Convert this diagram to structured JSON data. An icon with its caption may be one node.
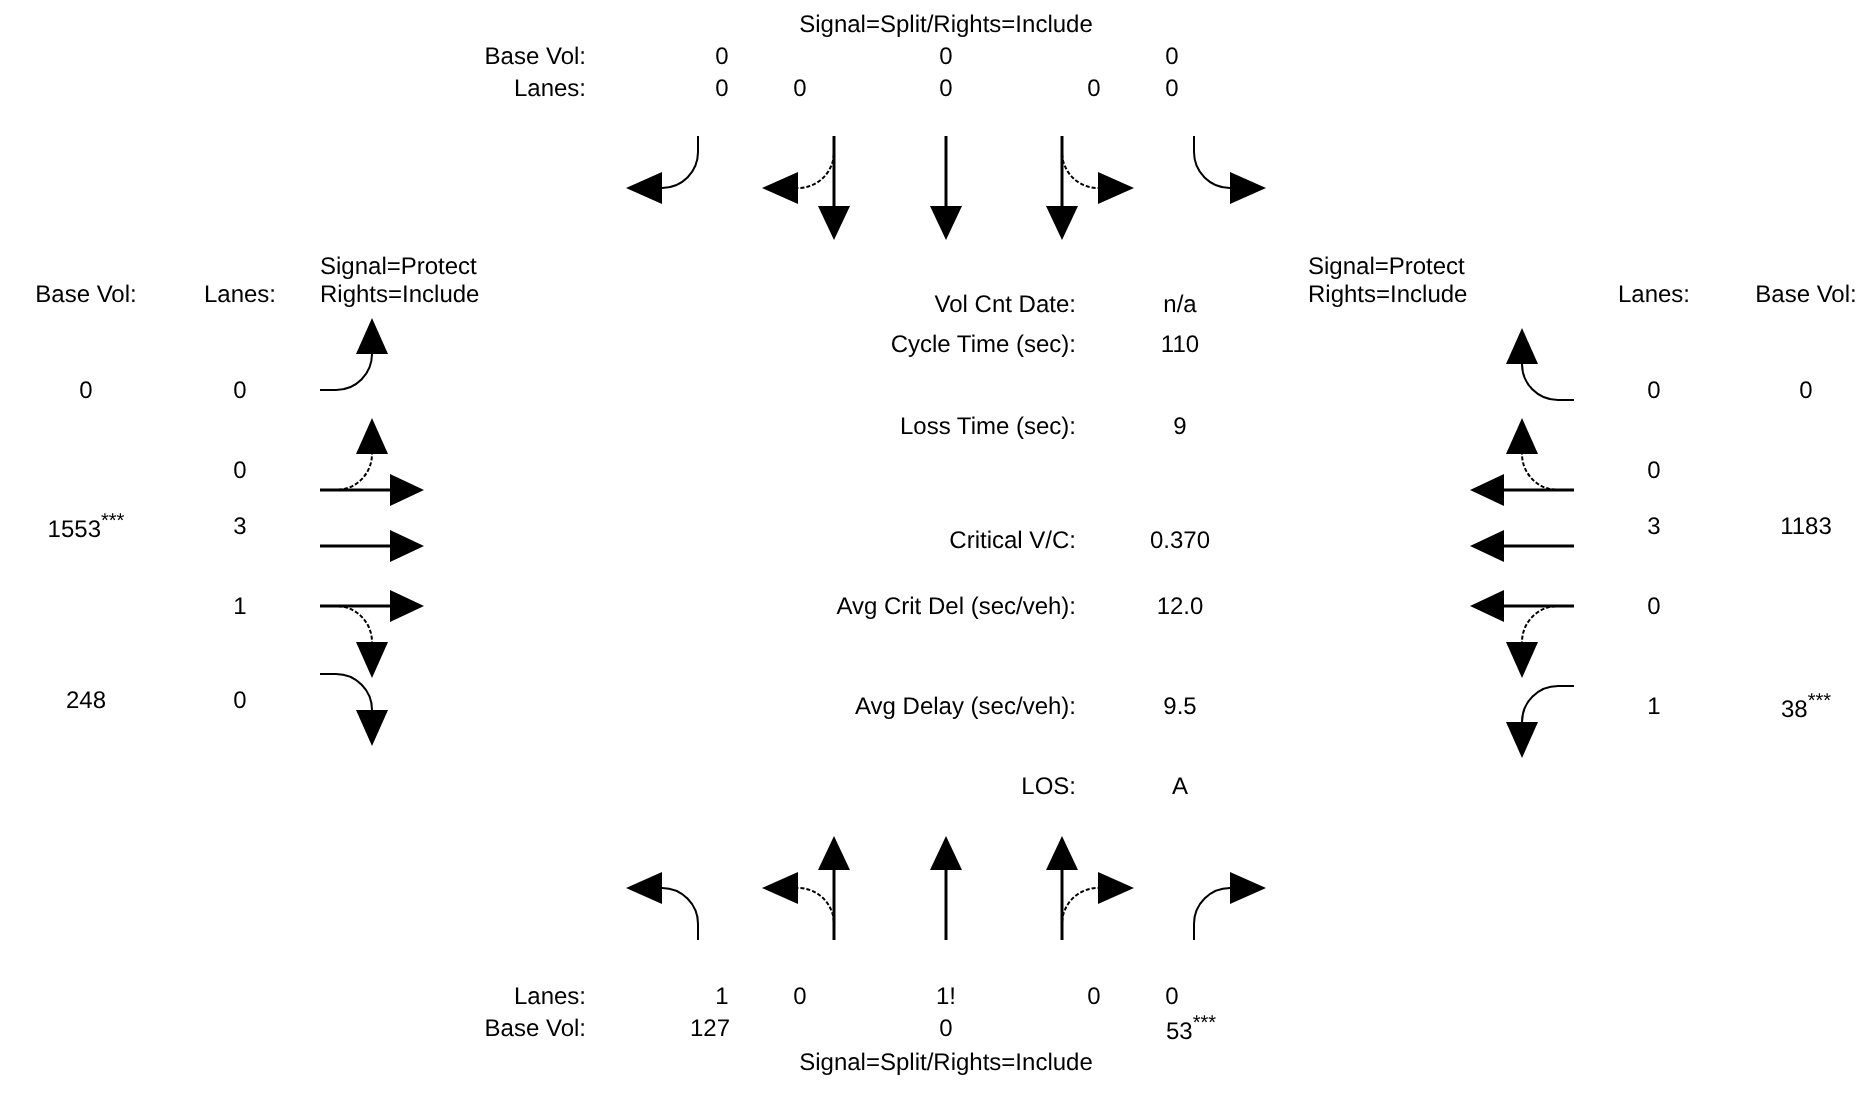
{
  "diagram": {
    "labels": [
      "Signal=Split/Rights=Include",
      "Base Vol:",
      "0",
      "0",
      "0",
      "Lanes:",
      "0",
      "0",
      "0",
      "0",
      "0",
      "Signal=Protect Rights=Include",
      "Base Vol:",
      "Lanes:",
      "0",
      "0",
      "0",
      "1553$^{***}$",
      "3",
      "1",
      "248",
      "0",
      "Vol Cnt Date:",
      "n/a",
      "Cycle Time (sec):",
      "110",
      "Loss Time (sec):",
      "9",
      "Critical V/C:",
      "0.370",
      "Avg Crit Del (sec/veh):",
      "12.0",
      "Avg Delay (sec/veh):",
      "9.5",
      "LOS:",
      "A",
      "Signal=Protect Rights=Include",
      "Lanes:",
      "Base Vol:",
      "0",
      "0",
      "0",
      "3",
      "1183",
      "0",
      "1",
      "38$^{***}$",
      "Lanes:",
      "1",
      "0",
      "1!",
      "0",
      "0",
      "Base Vol:",
      "127",
      "0",
      "53$^{***}$",
      "Signal=Split/Rights=Include"
    ]
  }
}
